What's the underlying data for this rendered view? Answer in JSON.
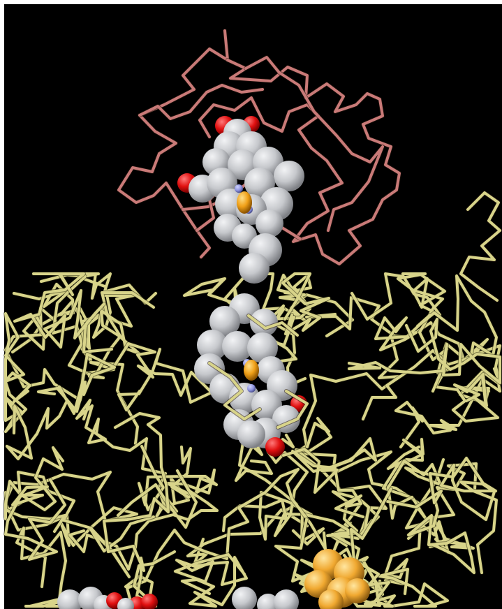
{
  "scene": {
    "background_color": "#000000",
    "frame_color": "#ffffff",
    "structures": [
      {
        "name": "small-protein-backbone",
        "color": "#c97a78",
        "style": "backbone-trace"
      },
      {
        "name": "large-protein-backbone",
        "color": "#d8d48a",
        "style": "backbone-trace"
      }
    ],
    "ligands": [
      {
        "name": "heme-upper",
        "style": "spacefill",
        "carbon_color": "#c8cace",
        "oxygen_color": "#e01010",
        "nitrogen_color": "#8f95e0",
        "metal_color": "#f0a018"
      },
      {
        "name": "heme-lower",
        "style": "spacefill",
        "carbon_color": "#c8cace",
        "oxygen_color": "#e01010",
        "nitrogen_color": "#8f95e0",
        "metal_color": "#f0a018"
      },
      {
        "name": "iron-sulfur-cluster",
        "style": "spacefill",
        "color": "#f0a830"
      },
      {
        "name": "bottom-left-ligand",
        "style": "spacefill",
        "carbon_color": "#c8cace",
        "oxygen_color": "#e01010"
      },
      {
        "name": "bottom-center-ligand",
        "style": "spacefill",
        "carbon_color": "#c8cace"
      }
    ]
  }
}
